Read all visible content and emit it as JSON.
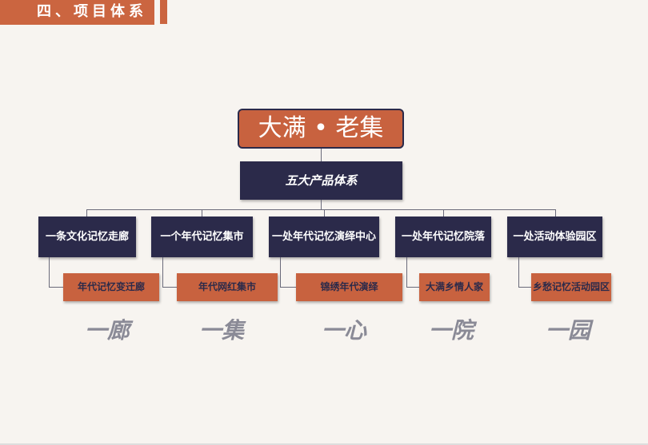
{
  "header": {
    "title": "四、项目体系"
  },
  "root": {
    "title": "大满 • 老集",
    "subtitle": "五大产品体系"
  },
  "branches": [
    {
      "label": "一条文化记忆走廊",
      "child": "年代记忆变迁廊",
      "calligraphy": "一廊"
    },
    {
      "label": "一个年代记忆集市",
      "child": "年代网红集市",
      "calligraphy": "一集"
    },
    {
      "label": "一处年代记忆演绎中心",
      "child": "锦绣年代演绎",
      "calligraphy": "一心"
    },
    {
      "label": "一处年代记忆院落",
      "child": "大满乡情人家",
      "calligraphy": "一院"
    },
    {
      "label": "一处活动体验园区",
      "child": "乡愁记忆活动园区",
      "calligraphy": "一园"
    }
  ],
  "colors": {
    "accent": "#c8623f",
    "navy": "#2b2a4a"
  }
}
